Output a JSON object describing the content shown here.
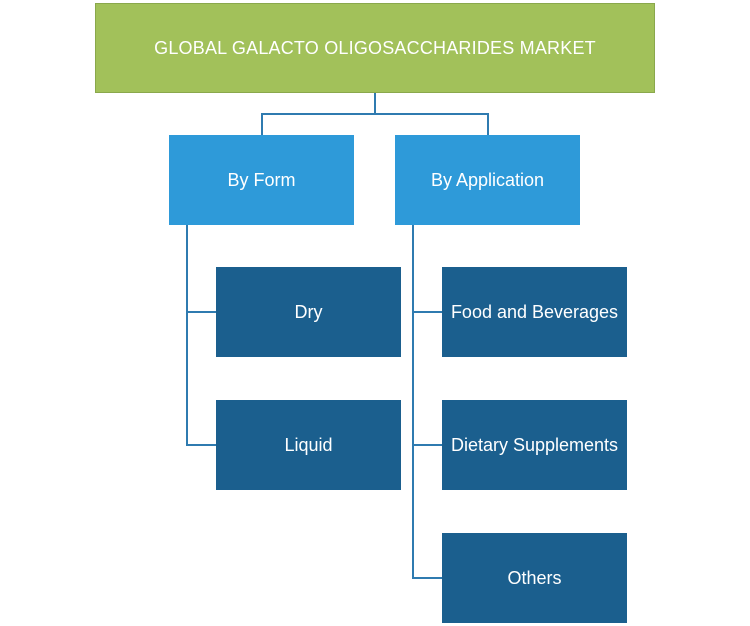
{
  "colors": {
    "root_fill": "#a2c15a",
    "root_border": "#8aa84c",
    "category_fill": "#2e9ad9",
    "leaf_fill": "#1b5f8e",
    "line": "#2f7bb0"
  },
  "root": {
    "title": "GLOBAL GALACTO OLIGOSACCHARIDES MARKET"
  },
  "categories": [
    {
      "label": "By Form",
      "items": [
        {
          "label": "Dry"
        },
        {
          "label": "Liquid"
        }
      ]
    },
    {
      "label": "By Application",
      "items": [
        {
          "label": "Food and Beverages"
        },
        {
          "label": "Dietary Supplements"
        },
        {
          "label": "Others"
        }
      ]
    }
  ]
}
